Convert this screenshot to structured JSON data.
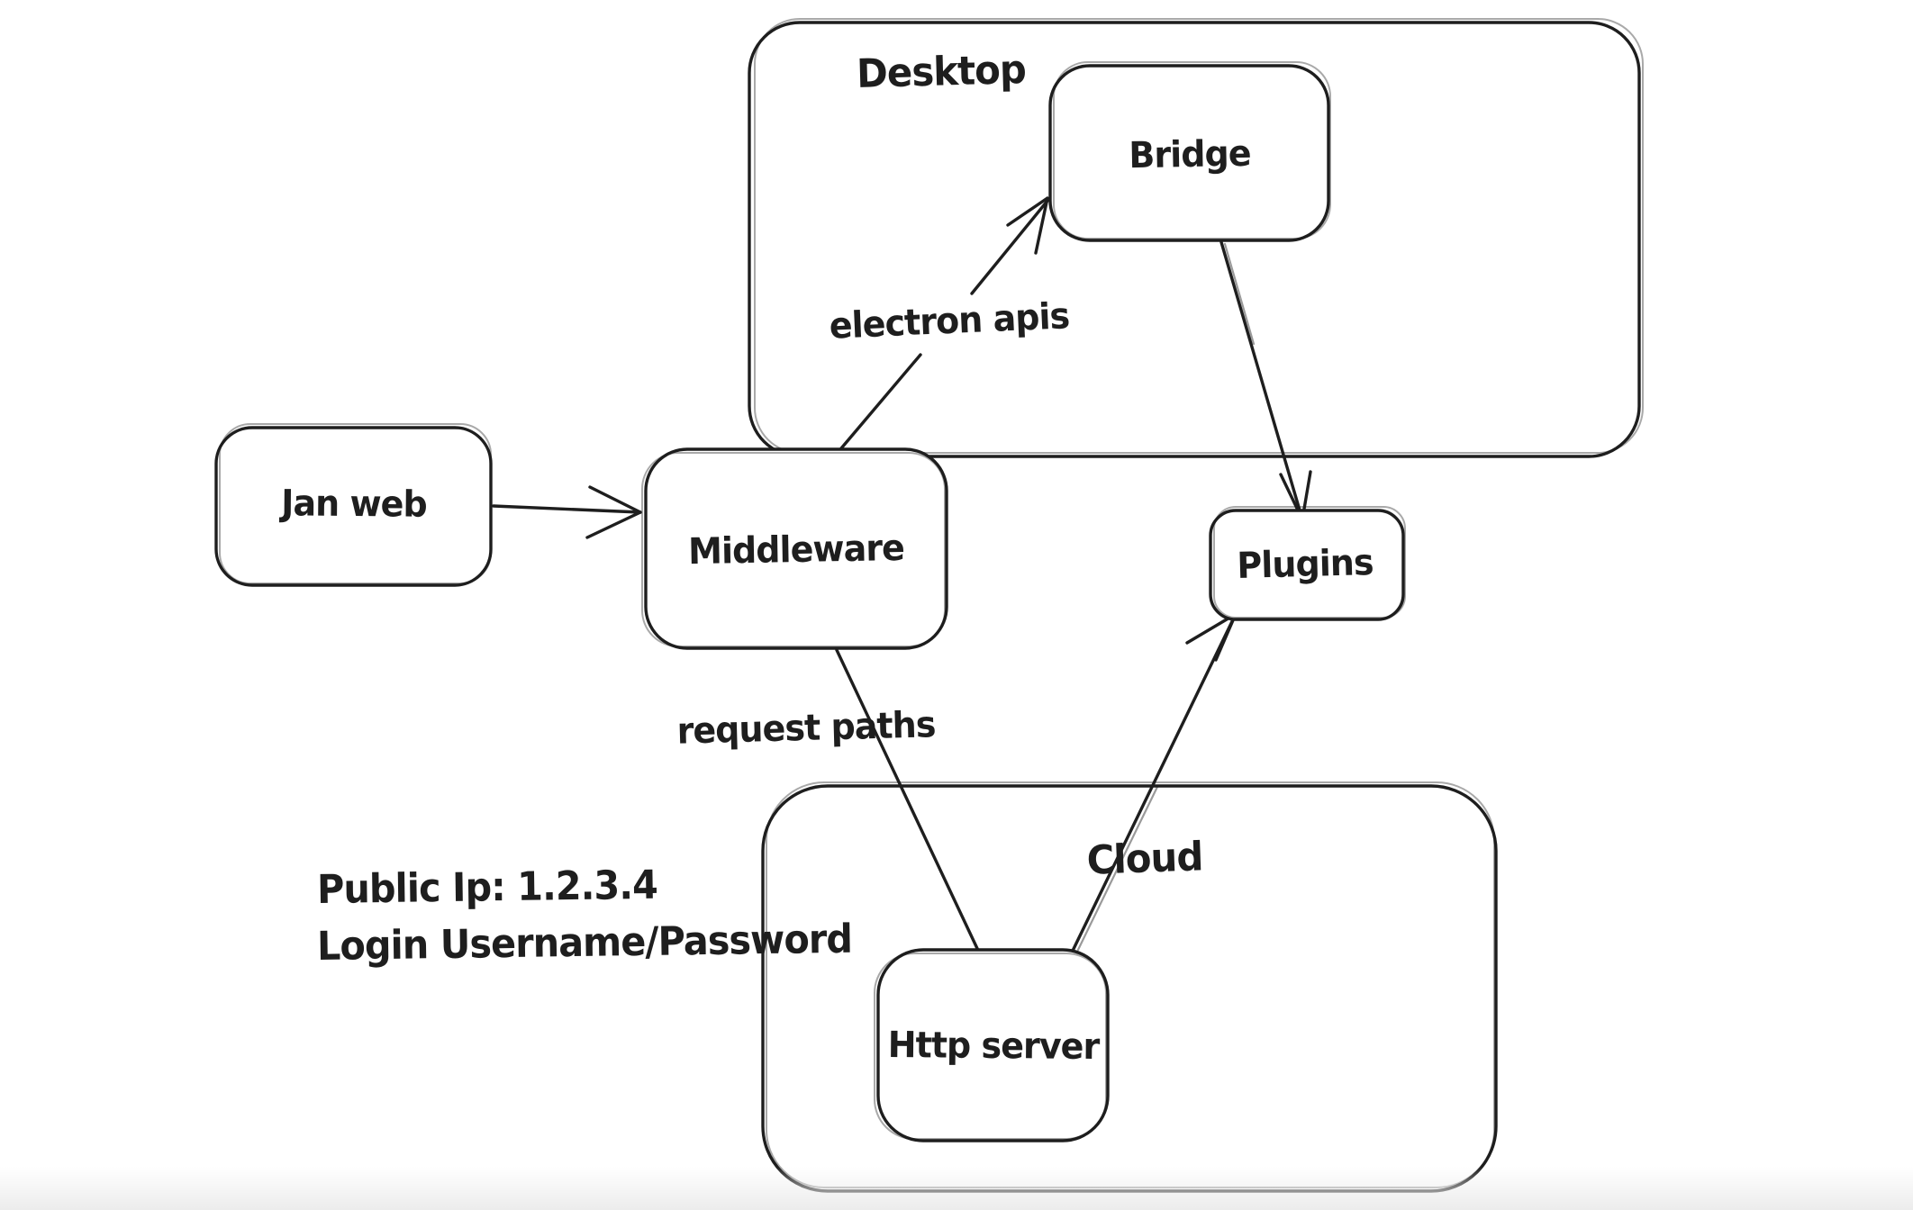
{
  "diagram": {
    "containers": [
      {
        "id": "desktop",
        "label": "Desktop"
      },
      {
        "id": "cloud",
        "label": "Cloud"
      }
    ],
    "nodes": [
      {
        "id": "jan-web",
        "label": "Jan web"
      },
      {
        "id": "middleware",
        "label": "Middleware"
      },
      {
        "id": "bridge",
        "label": "Bridge"
      },
      {
        "id": "plugins",
        "label": "Plugins"
      },
      {
        "id": "http-server",
        "label": "Http server"
      }
    ],
    "edge_labels": [
      {
        "id": "electron-apis",
        "label": "electron apis"
      },
      {
        "id": "request-paths",
        "label": "request paths"
      }
    ],
    "edges": [
      {
        "from": "jan-web",
        "to": "middleware",
        "arrowhead": true,
        "label": ""
      },
      {
        "from": "middleware",
        "to": "bridge",
        "arrowhead": true,
        "label": "electron apis"
      },
      {
        "from": "bridge",
        "to": "plugins",
        "arrowhead": true,
        "label": ""
      },
      {
        "from": "middleware",
        "to": "http-server",
        "arrowhead": false,
        "label": "request paths"
      },
      {
        "from": "http-server",
        "to": "plugins",
        "arrowhead": true,
        "label": ""
      }
    ],
    "annotations": [
      "Public Ip: 1.2.3.4",
      "Login Username/Password"
    ],
    "colors": {
      "stroke": "#1e1e1e",
      "canvas": "#ffffff"
    }
  }
}
